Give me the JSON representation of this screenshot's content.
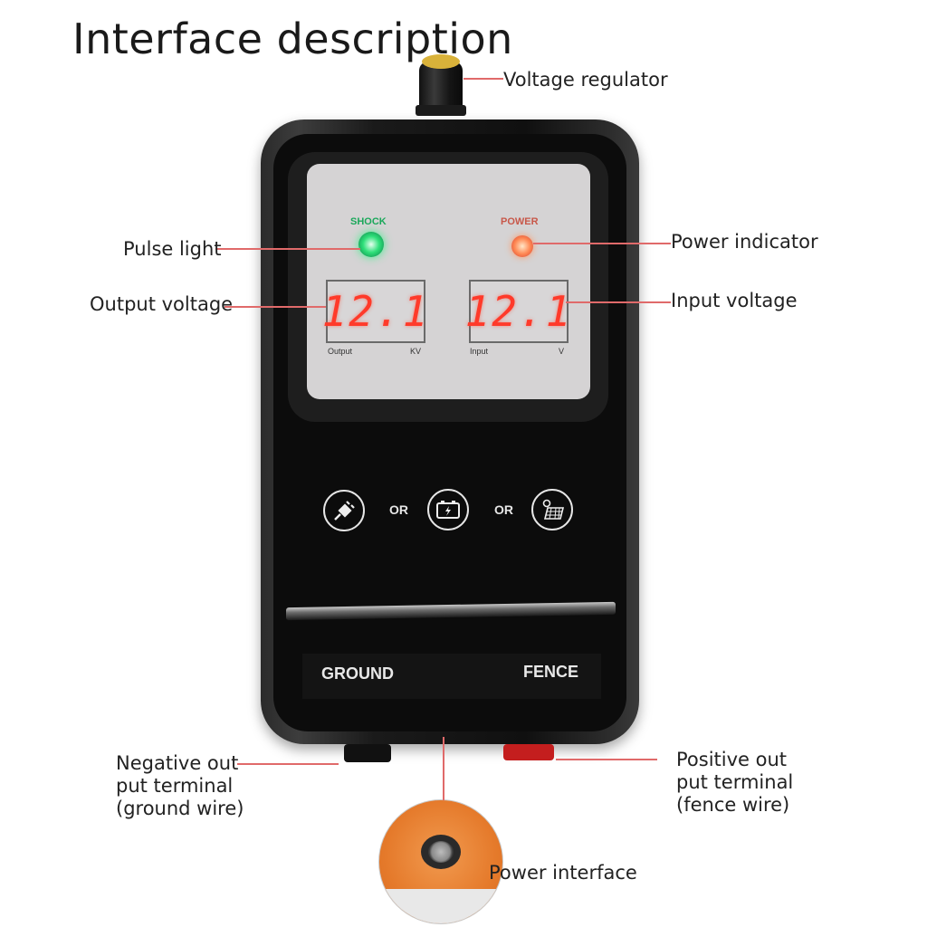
{
  "title": "Interface description",
  "callouts": {
    "voltage_regulator": "Voltage regulator",
    "pulse_light": "Pulse light",
    "power_indicator": "Power indicator",
    "output_voltage": "Output voltage",
    "input_voltage": "Input voltage",
    "negative_terminal": "Negative out\nput terminal\n(ground wire)",
    "positive_terminal": "Positive out\nput terminal\n(fence wire)",
    "power_interface": "Power interface"
  },
  "device": {
    "shock_label": "SHOCK",
    "power_label": "POWER",
    "output_display": "12.1",
    "input_display": "12.1",
    "output_small": "Output",
    "output_unit": "KV",
    "input_small": "Input",
    "input_unit": "V",
    "or_1": "OR",
    "or_2": "OR",
    "ground_label": "GROUND",
    "fence_label": "FENCE"
  },
  "colors": {
    "shock_led": "#2fe07a",
    "power_led": "#ff8a55",
    "display_digits": "#ff3a2a",
    "leader_line": "#e06a6a"
  },
  "icons": [
    "plug-icon",
    "battery-icon",
    "solar-panel-icon"
  ]
}
